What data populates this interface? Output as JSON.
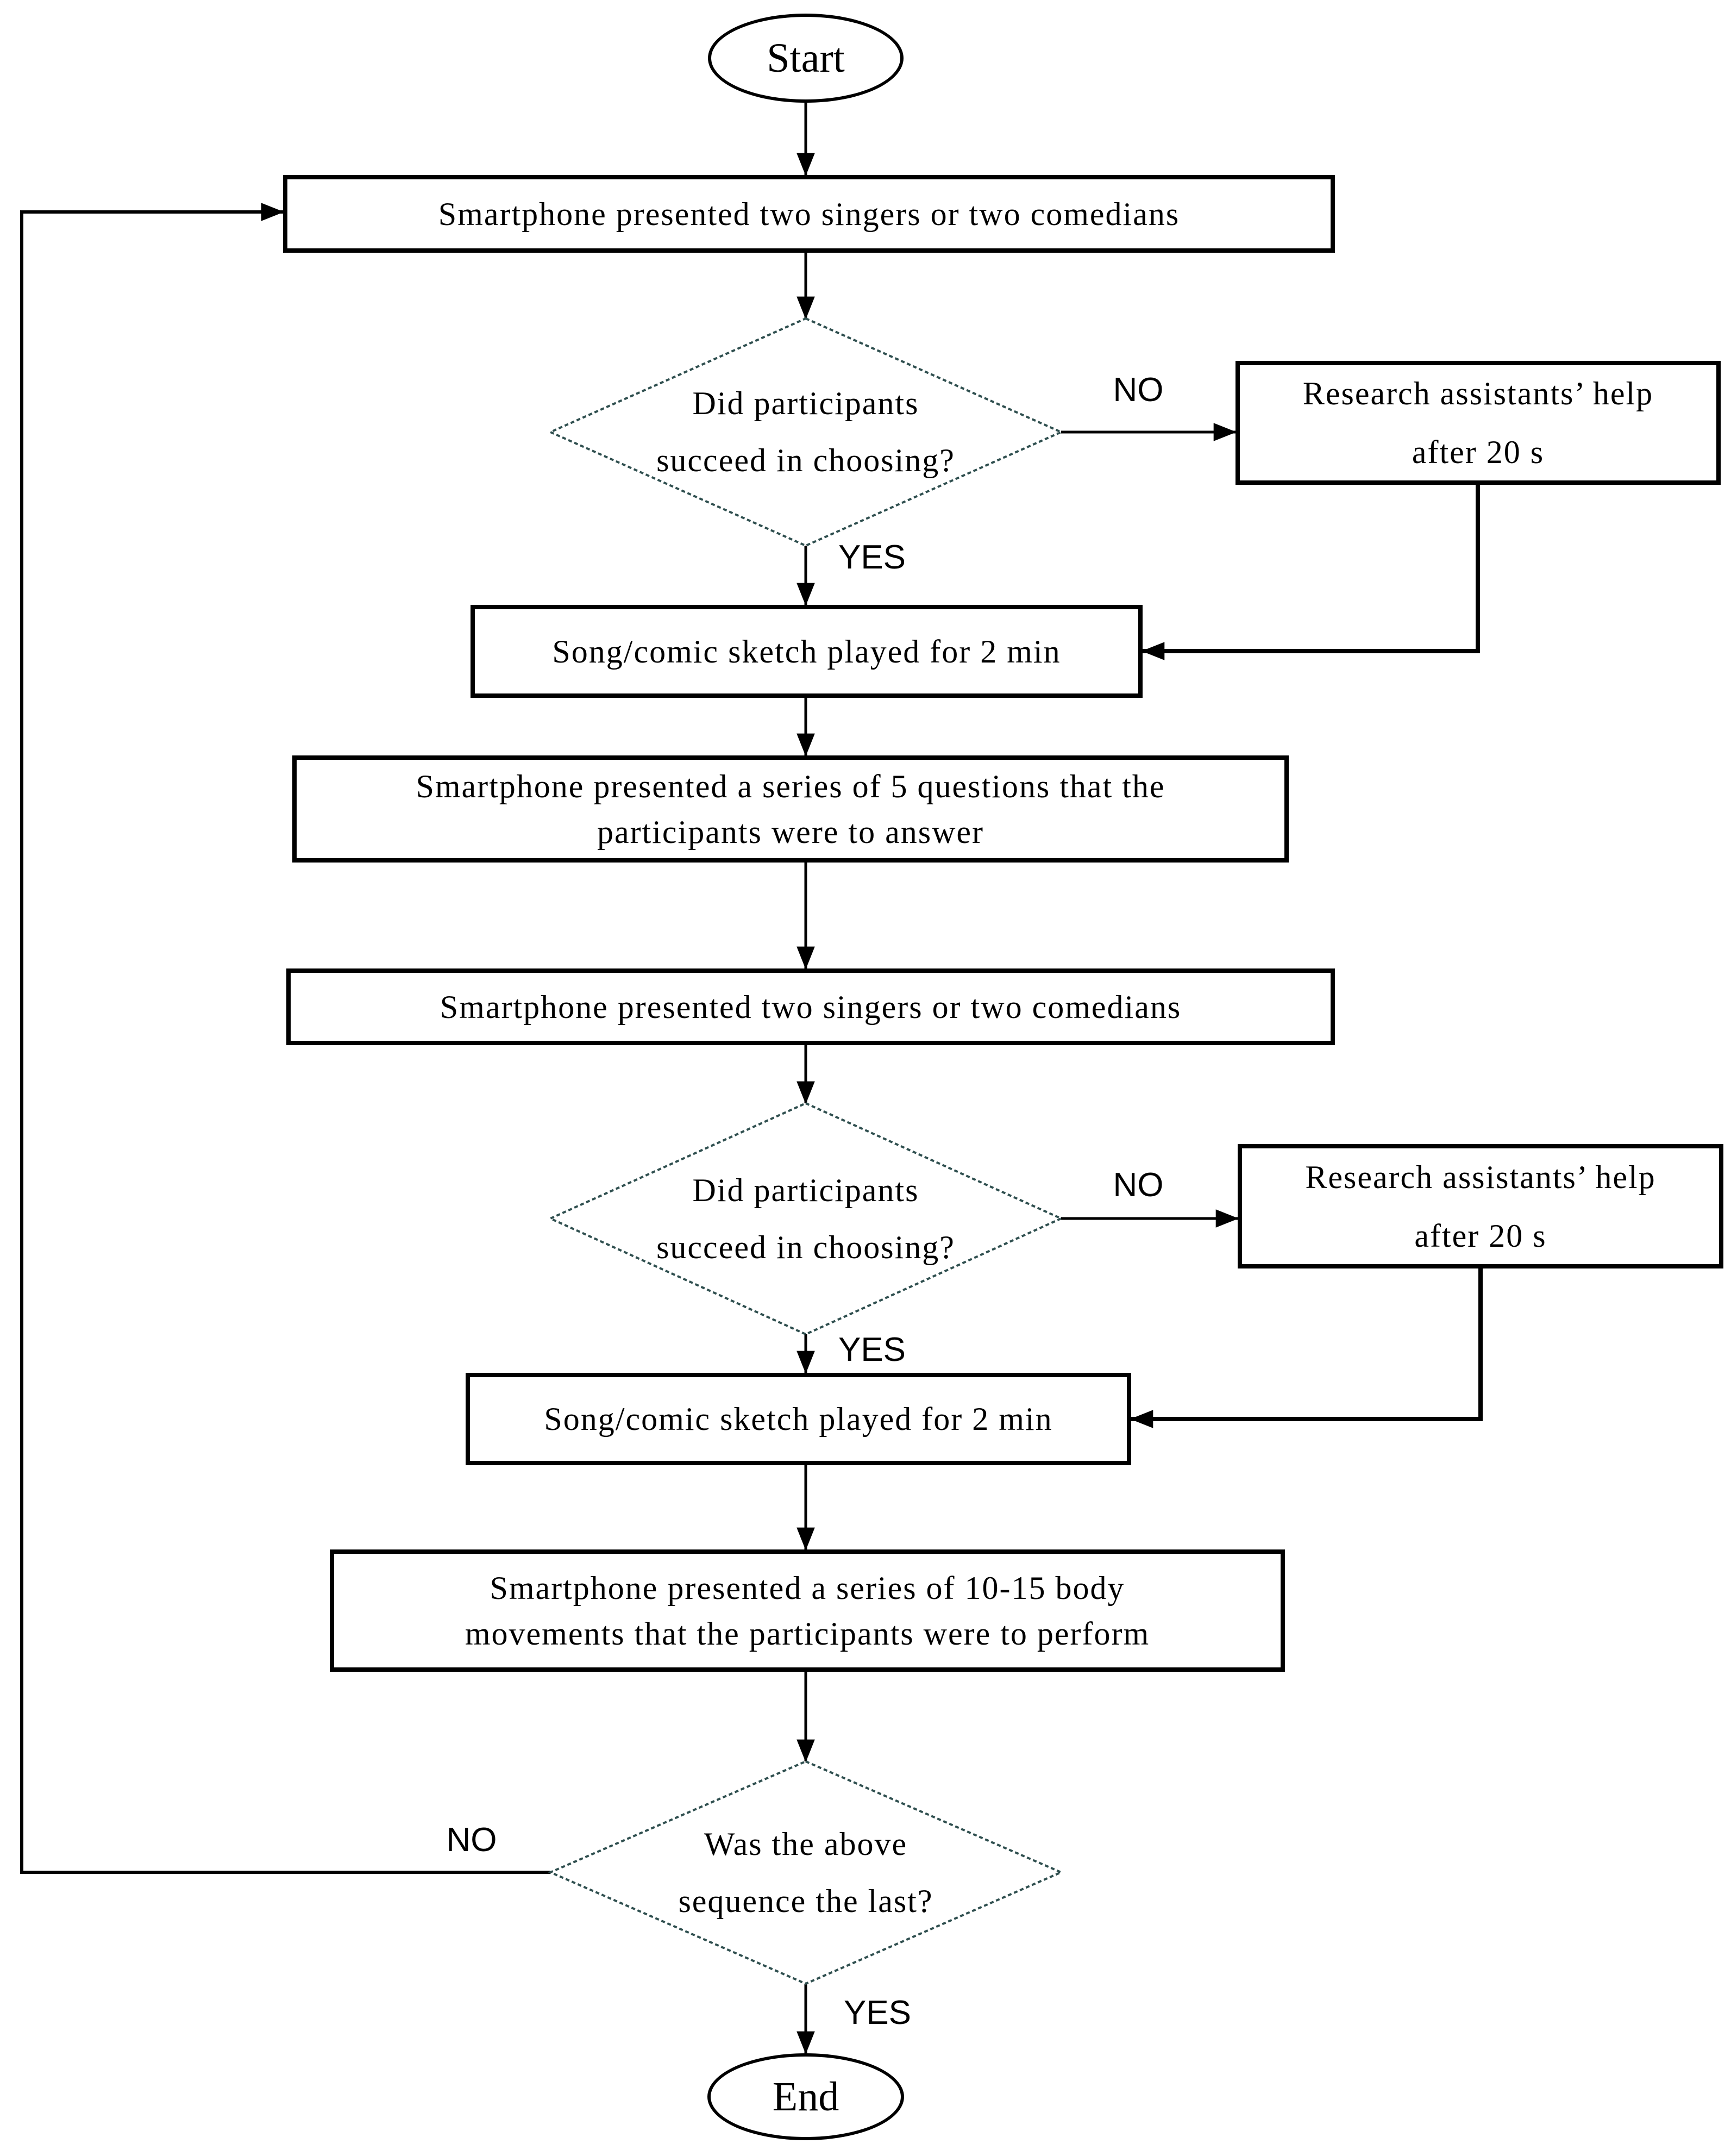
{
  "colors": {
    "background": "#ffffff",
    "shape_fill": "#ffffff",
    "line": "#000000",
    "diamond_outline": "#2f4f4f",
    "text": "#000000"
  },
  "flowchart": {
    "terminals": {
      "start": "Start",
      "end": "End"
    },
    "branch_labels": {
      "yes": "YES",
      "no": "NO"
    },
    "boxes": {
      "singers1": "Smartphone presented two singers or two comedians",
      "song1": "Song/comic sketch played for 2 min",
      "research_help": {
        "line1": "Research assistants’ help",
        "line2": "after 20 s"
      },
      "questions": {
        "line1": "Smartphone presented a series of 5 questions that the",
        "line2": "participants were to answer"
      },
      "singers2": "Smartphone presented two singers or two comedians",
      "song2": "Song/comic sketch played for 2 min",
      "movements": {
        "line1": "Smartphone presented a series of 10-15 body",
        "line2": "movements that the participants were to perform"
      }
    },
    "decisions": {
      "choose": {
        "line1": "Did participants",
        "line2": "succeed in choosing?"
      },
      "last": {
        "line1": "Was the above",
        "line2": "sequence the last?"
      }
    }
  }
}
